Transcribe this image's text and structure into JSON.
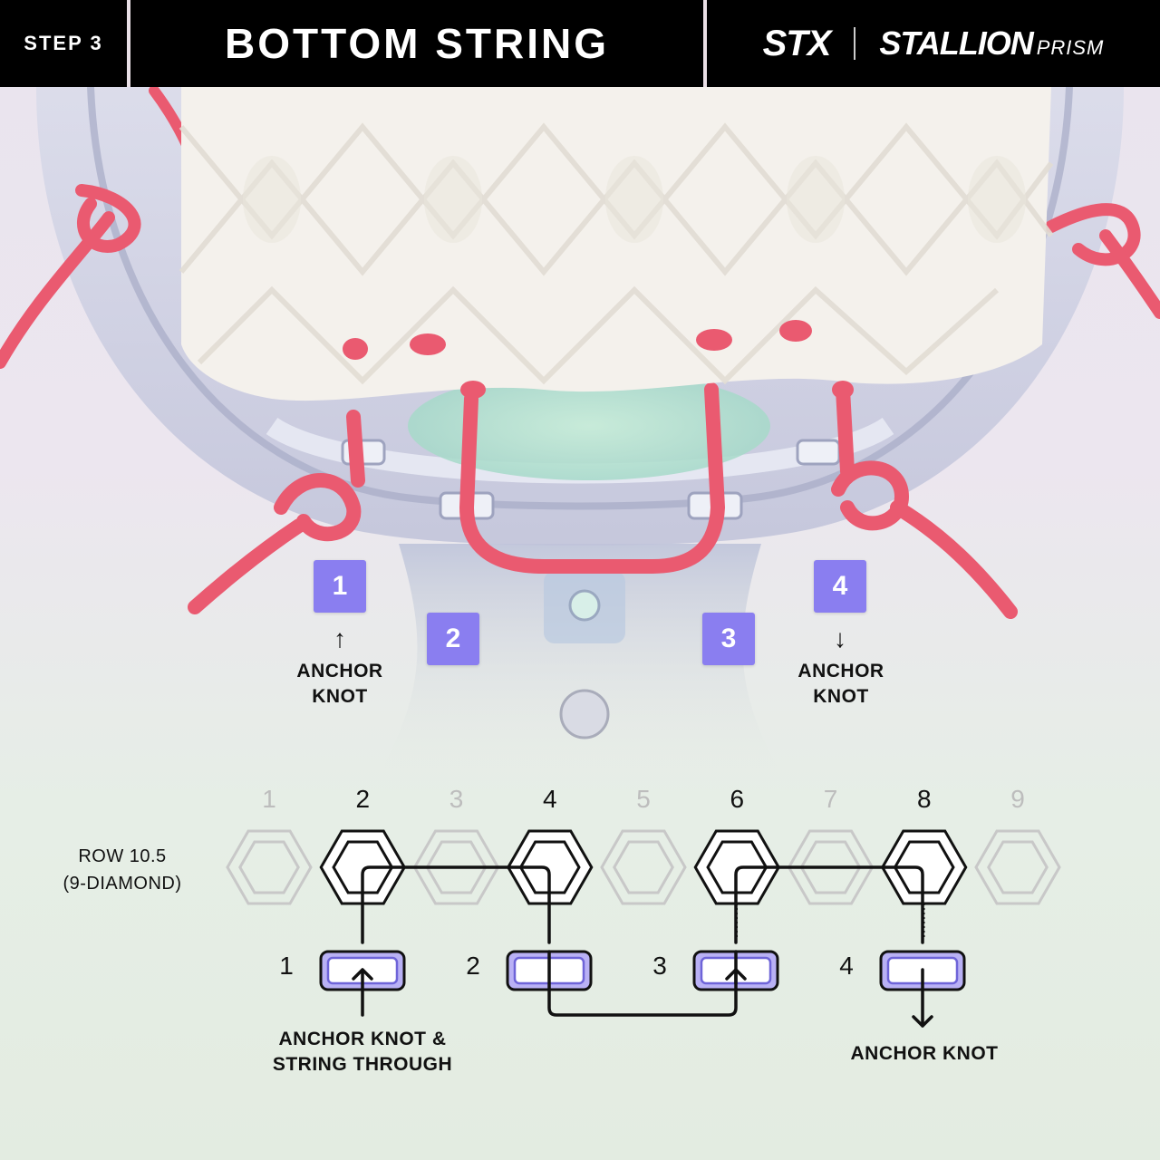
{
  "header": {
    "step": "STEP 3",
    "title": "BOTTOM STRING",
    "brand": "STX",
    "product_name": "STALLION",
    "product_sub": "PRISM"
  },
  "photo": {
    "badges": [
      "1",
      "2",
      "3",
      "4"
    ],
    "label_left": {
      "arrow": "↑",
      "line1": "ANCHOR",
      "line2": "KNOT"
    },
    "label_right": {
      "arrow": "↓",
      "line1": "ANCHOR",
      "line2": "KNOT"
    },
    "colors": {
      "mesh": "#f7f5f2",
      "string": "#ea5a70",
      "head": "#c9cadf",
      "badge": "#8a7ef0"
    }
  },
  "diagram": {
    "row_label_1": "ROW 10.5",
    "row_label_2": "(9-DIAMOND)",
    "columns": [
      "1",
      "2",
      "3",
      "4",
      "5",
      "6",
      "7",
      "8",
      "9"
    ],
    "active_columns": [
      "2",
      "4",
      "6",
      "8"
    ],
    "slots": [
      "1",
      "2",
      "3",
      "4"
    ],
    "label_start_1": "ANCHOR KNOT &",
    "label_start_2": "STRING THROUGH",
    "label_end": "ANCHOR KNOT",
    "colors": {
      "slot_fill": "#b9b1f5",
      "slot_stroke": "#6e64d8",
      "line": "#111111",
      "dim": "#c8c8c8"
    }
  }
}
